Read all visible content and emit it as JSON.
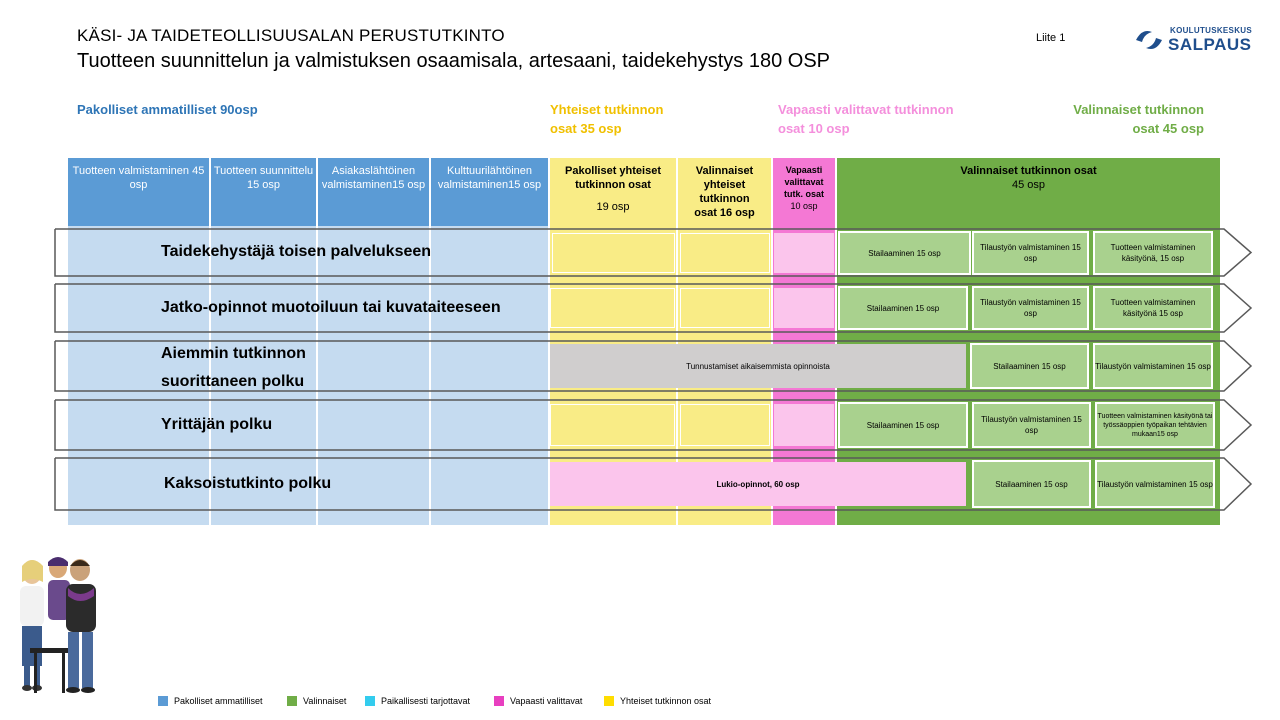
{
  "header": {
    "title1": "KÄSI- JA TAIDETEOLLISUUSALAN  PERUSTUTKINTO",
    "title2": "Tuotteen suunnittelun ja valmistuksen osaamisala, artesaani, taidekehystys 180 OSP",
    "liite": "Liite 1",
    "logo_top": "KOULUTUSKESKUS",
    "logo_main": "SALPAUS"
  },
  "sections": {
    "pakolliset": "Pakolliset ammatilliset 90osp",
    "yhteiset_1": "Yhteiset tutkinnon",
    "yhteiset_2": "osat 35 osp",
    "vapaasti_1": "Vapaasti valittavat tutkinnon",
    "vapaasti_2": "osat 10 osp",
    "valinnaiset_1": "Valinnaiset tutkinnon",
    "valinnaiset_2": "osat 45 osp"
  },
  "columns": {
    "c1": "Tuotteen valmistaminen 45 osp",
    "c2": "Tuotteen suunnittelu 15 osp",
    "c3": "Asiakaslähtöinen valmistaminen15 osp",
    "c4": "Kulttuurilähtöinen valmistaminen15 osp",
    "c5": "Pakolliset yhteiset tutkinnon  osat",
    "c5b": "19 osp",
    "c6": "Valinnaiset yhteiset tutkinnon osat  16 osp",
    "c7": "Vapaasti valittavat tutk. osat",
    "c7b": "10 osp",
    "c8": "Valinnaiset  tutkinnon osat",
    "c8b": "45 osp"
  },
  "rows": {
    "r1": {
      "label": "Taidekehystäjä toisen palvelukseen",
      "g1": "Stailaaminen  15 osp",
      "g2": "Tilaustyön valmistaminen 15 osp",
      "g3": "Tuotteen  valmistaminen käsityönä,  15 osp"
    },
    "r2": {
      "label": "Jatko-opinnot muotoiluun tai kuvataiteeseen",
      "g1": "Stailaaminen  15 osp",
      "g2": "Tilaustyön valmistaminen 15 osp",
      "g3": "Tuotteen  valmistaminen käsityönä 15 osp"
    },
    "r3": {
      "label1": "Aiemmin tutkinnon",
      "label2": "suorittaneen polku",
      "gray": "Tunnustamiset aikaisemmista opinnoista",
      "g1": "Stailaaminen  15 osp",
      "g2": "Tilaustyön valmistaminen 15 osp"
    },
    "r4": {
      "label": "Yrittäjän polku",
      "g1": "Stailaaminen  15 osp",
      "g2": "Tilaustyön valmistaminen 15 osp",
      "g3": "Tuotteen  valmistaminen käsityönä tai työssäoppien työpaikan tehtävien mukaan15 osp"
    },
    "r5": {
      "label": "Kaksoistutkinto polku",
      "pink": "Lukio-opinnot, 60 osp",
      "g1": "Stailaaminen  15 osp",
      "g2": "Tilaustyön valmistaminen 15 osp"
    }
  },
  "legend": [
    {
      "label": "Pakolliset ammatilliset",
      "color": "#5b9bd5"
    },
    {
      "label": "Valinnaiset",
      "color": "#70ad47"
    },
    {
      "label": "Paikallisesti tarjottavat",
      "color": "#33ccee"
    },
    {
      "label": "Vapaasti valittavat",
      "color": "#e83fc0"
    },
    {
      "label": "Yhteiset tutkinnon osat",
      "color": "#ffdd00"
    }
  ],
  "colors": {
    "blue": "#5b9bd5",
    "light_blue": "#c5dbf0",
    "yellow": "#f9ec86",
    "pink": "#fbc5ec",
    "magenta": "#f478d4",
    "green": "#70ad47",
    "light_green": "#a9d18e"
  }
}
